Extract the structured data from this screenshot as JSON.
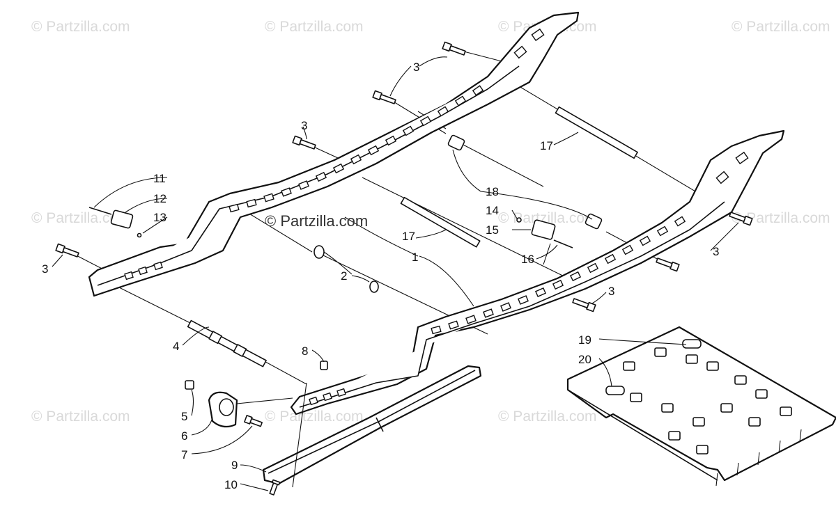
{
  "watermark": {
    "text": "© Partzilla.com",
    "center_text": "© Partzilla.com"
  },
  "callouts": [
    {
      "id": "c1",
      "label": "1"
    },
    {
      "id": "c2",
      "label": "2"
    },
    {
      "id": "c3a",
      "label": "3"
    },
    {
      "id": "c3b",
      "label": "3"
    },
    {
      "id": "c3c",
      "label": "3"
    },
    {
      "id": "c3d",
      "label": "3"
    },
    {
      "id": "c3e",
      "label": "3"
    },
    {
      "id": "c4",
      "label": "4"
    },
    {
      "id": "c5",
      "label": "5"
    },
    {
      "id": "c6",
      "label": "6"
    },
    {
      "id": "c7",
      "label": "7"
    },
    {
      "id": "c8",
      "label": "8"
    },
    {
      "id": "c9",
      "label": "9"
    },
    {
      "id": "c10",
      "label": "10"
    },
    {
      "id": "c11",
      "label": "11"
    },
    {
      "id": "c12",
      "label": "12"
    },
    {
      "id": "c13",
      "label": "13"
    },
    {
      "id": "c14",
      "label": "14"
    },
    {
      "id": "c15",
      "label": "15"
    },
    {
      "id": "c16",
      "label": "16"
    },
    {
      "id": "c17a",
      "label": "17"
    },
    {
      "id": "c17b",
      "label": "17"
    },
    {
      "id": "c18",
      "label": "18"
    },
    {
      "id": "c19",
      "label": "19"
    },
    {
      "id": "c20",
      "label": "20"
    }
  ]
}
